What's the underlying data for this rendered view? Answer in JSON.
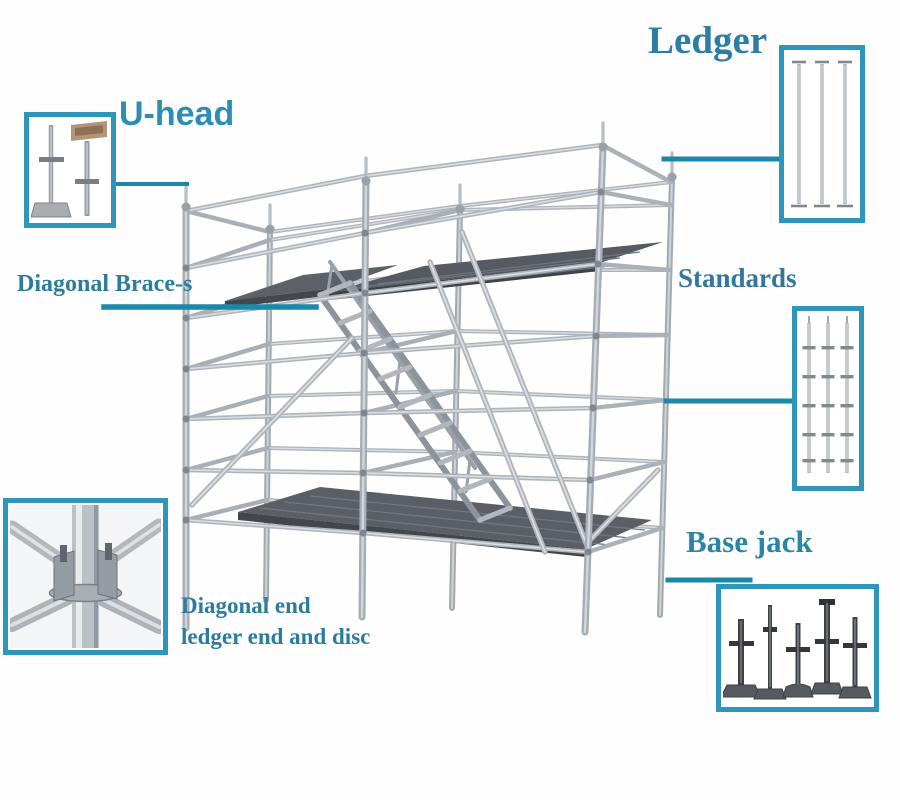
{
  "page": {
    "subject": "Ringlock scaffolding components diagram",
    "background": "#ffffff"
  },
  "labels": {
    "ledger": "Ledger",
    "u_head": "U-head",
    "diagonal_brace": "Diagonal Brace-s",
    "standards": "Standards",
    "base_jack": "Base jack",
    "node_caption_line1": "Diagonal end",
    "node_caption_line2": "ledger end and disc"
  },
  "insets": {
    "u_head": "u-head-screw-jack-photo",
    "ledger": "ledger-tubes-photo",
    "standards": "standards-with-rosettes-photo",
    "base_jack": "base-jack-screws-photo",
    "node": "rosette-node-connection-photo"
  },
  "colors": {
    "label_serif_text": "#2c7c9e",
    "label_sans_text": "#2a8fb3",
    "callout_line": "#1d87a9",
    "photo_box_border": "#2e96b8",
    "metal_light": "#d6dade",
    "metal_mid": "#a8aeb5",
    "metal_dark": "#7f868e",
    "deck_top": "#585d63",
    "deck_side": "#41454a",
    "u_head_tan": "#b39478",
    "base_jack_steel": "#3e4247"
  }
}
